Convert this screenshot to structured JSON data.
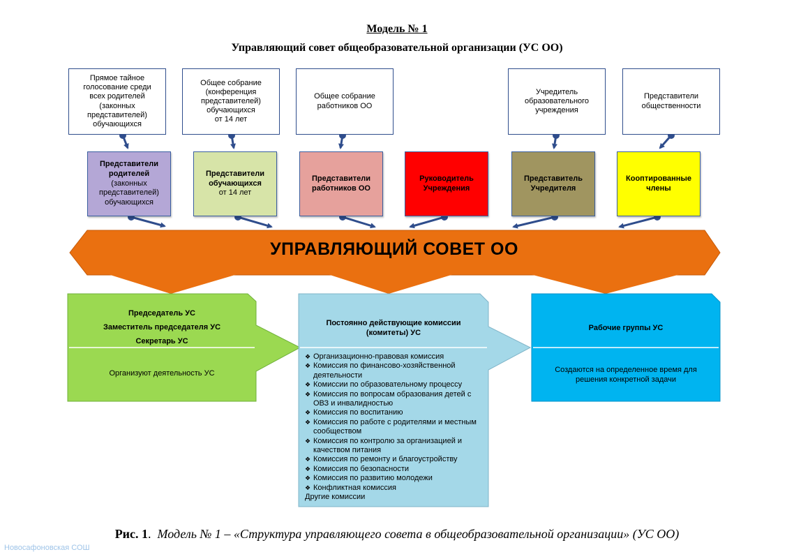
{
  "header": {
    "model_title": "Модель № 1",
    "subtitle": "Управляющий совет общеобразовательной организации (УС ОО)"
  },
  "sources": [
    {
      "text": "Прямое тайное\nголосование среди\nвсех родителей\n(законных\nпредставителей)\nобучающихся"
    },
    {
      "text": "Общее собрание\n(конференция\nпредставителей)\nобучающихся\nот 14 лет"
    },
    {
      "text": "Общее собрание\nработников ОО"
    },
    {
      "text": "Учредитель\nобразовательного\nучреждения"
    },
    {
      "text": "Представители\nобщественности"
    }
  ],
  "representatives": [
    {
      "title": "Представители\nродителей",
      "sub": "(законных\nпредставителей)\nобучающихся",
      "color": "#b4a7d6"
    },
    {
      "title": "Представители\nобучающихся",
      "sub": "от 14 лет",
      "color": "#d7e4a8"
    },
    {
      "title": "Представители\nработников ОО",
      "sub": "",
      "color": "#e6a19c"
    },
    {
      "title": "Руководитель\nУчреждения",
      "sub": "",
      "color": "#ff0000"
    },
    {
      "title": "Представитель\nУчредителя",
      "sub": "",
      "color": "#a09560"
    },
    {
      "title": "Кооптированные\nчлены",
      "sub": "",
      "color": "#ffff00"
    }
  ],
  "council": {
    "title": "УПРАВЛЯЮЩИЙ СОВЕТ ОО",
    "color": "#ea7010"
  },
  "bottom": {
    "left": {
      "lines": [
        "Председатель УС",
        "Заместитель председателя УС",
        "Секретарь УС"
      ],
      "desc": "Организуют деятельность УС",
      "color": "#9bd951"
    },
    "middle": {
      "title": "Постоянно действующие комиссии\n(комитеты) УС",
      "items": [
        "Организационно-правовая комиссия",
        "Комиссия по финансово-хозяйственной деятельности",
        "Комиссии по образовательному процессу",
        "Комиссия по вопросам образования детей с ОВЗ и инвалидностью",
        "Комиссия по воспитанию",
        "Комиссия по работе с родителями и местным сообществом",
        "Комиссия по контролю за организацией и качеством питания",
        "Комиссия по ремонту и благоустройству",
        "Комиссия по безопасности",
        "Комиссия по развитию молодежи",
        "Конфликтная комиссия"
      ],
      "other": "Другие комиссии",
      "color": "#a4d8e8"
    },
    "right": {
      "title": "Рабочие группы УС",
      "desc": "Создаются на определенное время для\nрешения конкретной задачи",
      "color": "#00b4f0"
    }
  },
  "caption": {
    "fig": "Рис. 1",
    "text": "Модель № 1 – «Структура управляющего совета в общеобразовательной организации» (УС ОО)"
  },
  "watermark": "Новосафоновская СОШ"
}
